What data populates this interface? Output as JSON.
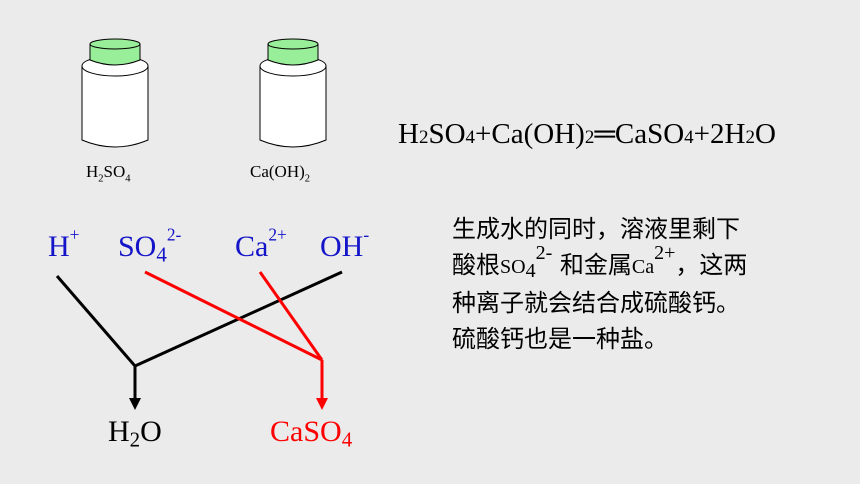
{
  "bottles": [
    {
      "label_main": "H",
      "label_sub1": "2",
      "label_mid": "SO",
      "label_sub2": "4"
    },
    {
      "label_main": "Ca(OH)",
      "label_sub1": "2"
    }
  ],
  "equation": {
    "p1": "H",
    "s1": "2",
    "p2": "SO",
    "s2": "4",
    "p3": "+Ca(OH)",
    "s3": "2",
    "p4": "═",
    "p5": "CaSO",
    "s5": "4",
    "p6": "+2H",
    "s6": "2",
    "p7": "O"
  },
  "ions": {
    "h": {
      "base": "H",
      "sup": "+"
    },
    "so4": {
      "base": "SO",
      "sub": "4",
      "sup": "2-"
    },
    "ca": {
      "base": "Ca",
      "sup": "2+"
    },
    "oh": {
      "base": "OH",
      "sup": "-"
    }
  },
  "products": {
    "water": {
      "base": "H",
      "sub": "2",
      "tail": "O"
    },
    "caso4": {
      "base": "CaSO",
      "sub": "4"
    }
  },
  "explanation": {
    "t1": "生成水的同时，溶液里剩下",
    "t2": "酸根",
    "so4": "SO",
    "so4_sub": "4",
    "so4_sup": "2-",
    "t3": " 和金属",
    "ca": "Ca",
    "ca_sup": "2+",
    "t4": "，这两",
    "t5": "种离子就会结合成硫酸钙。",
    "t6": "硫酸钙也是一种盐。"
  },
  "colors": {
    "blue": "#1414c8",
    "red": "#ff0000",
    "cap": "#99ee99",
    "black": "#000000"
  }
}
